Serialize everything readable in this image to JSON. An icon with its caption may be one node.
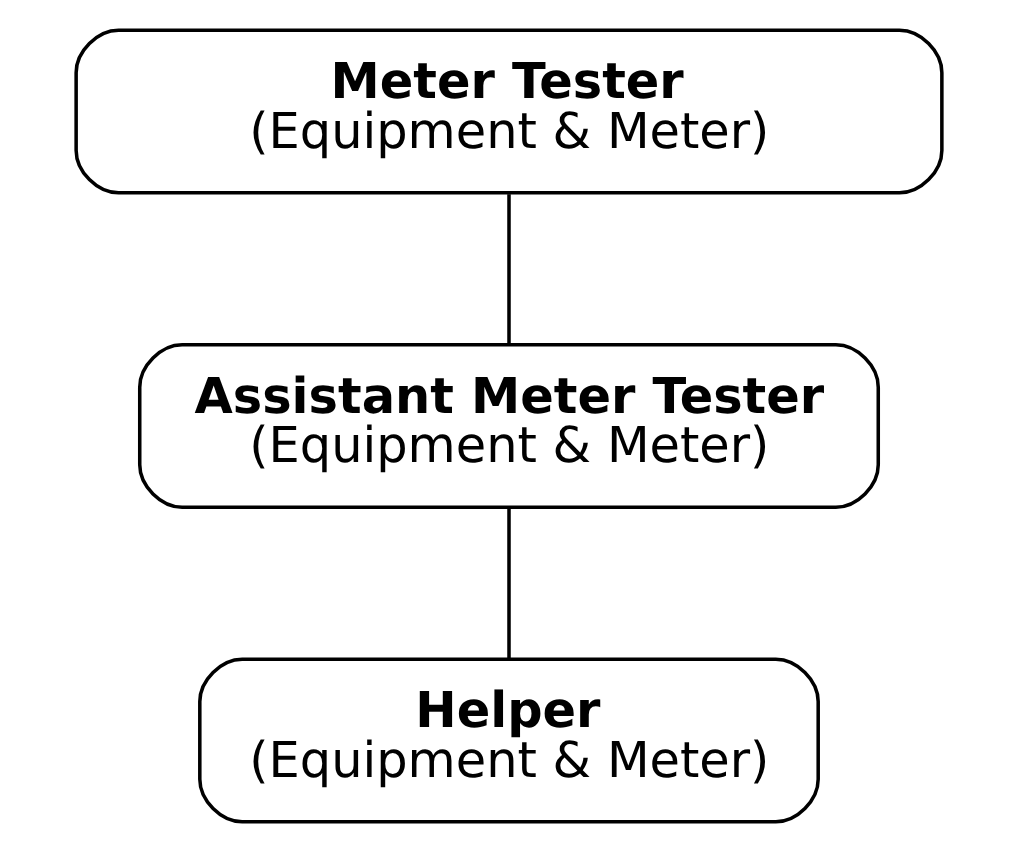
{
  "diagram": {
    "nodes": [
      {
        "text": [
          "Meter Tester",
          "(Equipment & Meter)"
        ]
      },
      {
        "text": [
          "Assistant Meter Tester",
          "(Equipment & Meter)"
        ]
      },
      {
        "text": [
          "Helper",
          "(Equipment & Meter)"
        ]
      }
    ],
    "edges": [
      {
        "from": 0,
        "to": 1,
        "arrow": "none"
      },
      {
        "from": 1,
        "to": 2,
        "arrow": "none"
      }
    ]
  }
}
